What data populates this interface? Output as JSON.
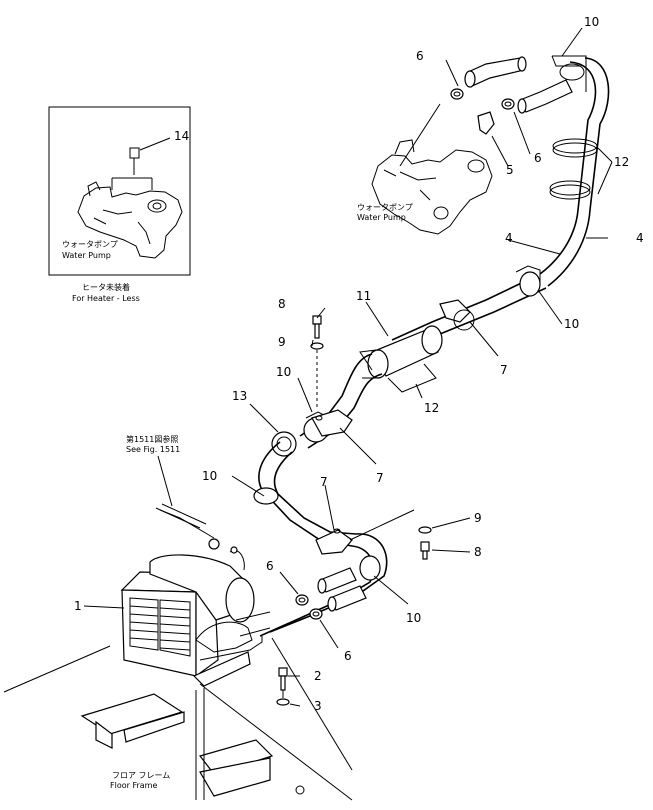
{
  "callouts": {
    "n1": "1",
    "n2": "2",
    "n3": "3",
    "n4a": "4",
    "n4b": "4",
    "n5": "5",
    "n6a": "6",
    "n6b": "6",
    "n6c": "6",
    "n6d": "6",
    "n7a": "7",
    "n7b": "7",
    "n7c": "7",
    "n8a": "8",
    "n8b": "8",
    "n9a": "9",
    "n9b": "9",
    "n10a": "10",
    "n10b": "10",
    "n10c": "10",
    "n10d": "10",
    "n10e": "10",
    "n11": "11",
    "n12a": "12",
    "n12b": "12",
    "n13": "13",
    "n14": "14"
  },
  "labels": {
    "water_pump_jp_main": "ウォータポンプ",
    "water_pump_en_main": "Water Pump",
    "water_pump_jp_inset": "ウォータポンプ",
    "water_pump_en_inset": "Water Pump",
    "heater_less_jp": "ヒータ未装着",
    "heater_less_en": "For Heater - Less",
    "see_fig_jp": "第1511図参照",
    "see_fig_en": "See Fig. 1511",
    "floor_frame_jp": "フロア フレーム",
    "floor_frame_en": "Floor Frame"
  }
}
